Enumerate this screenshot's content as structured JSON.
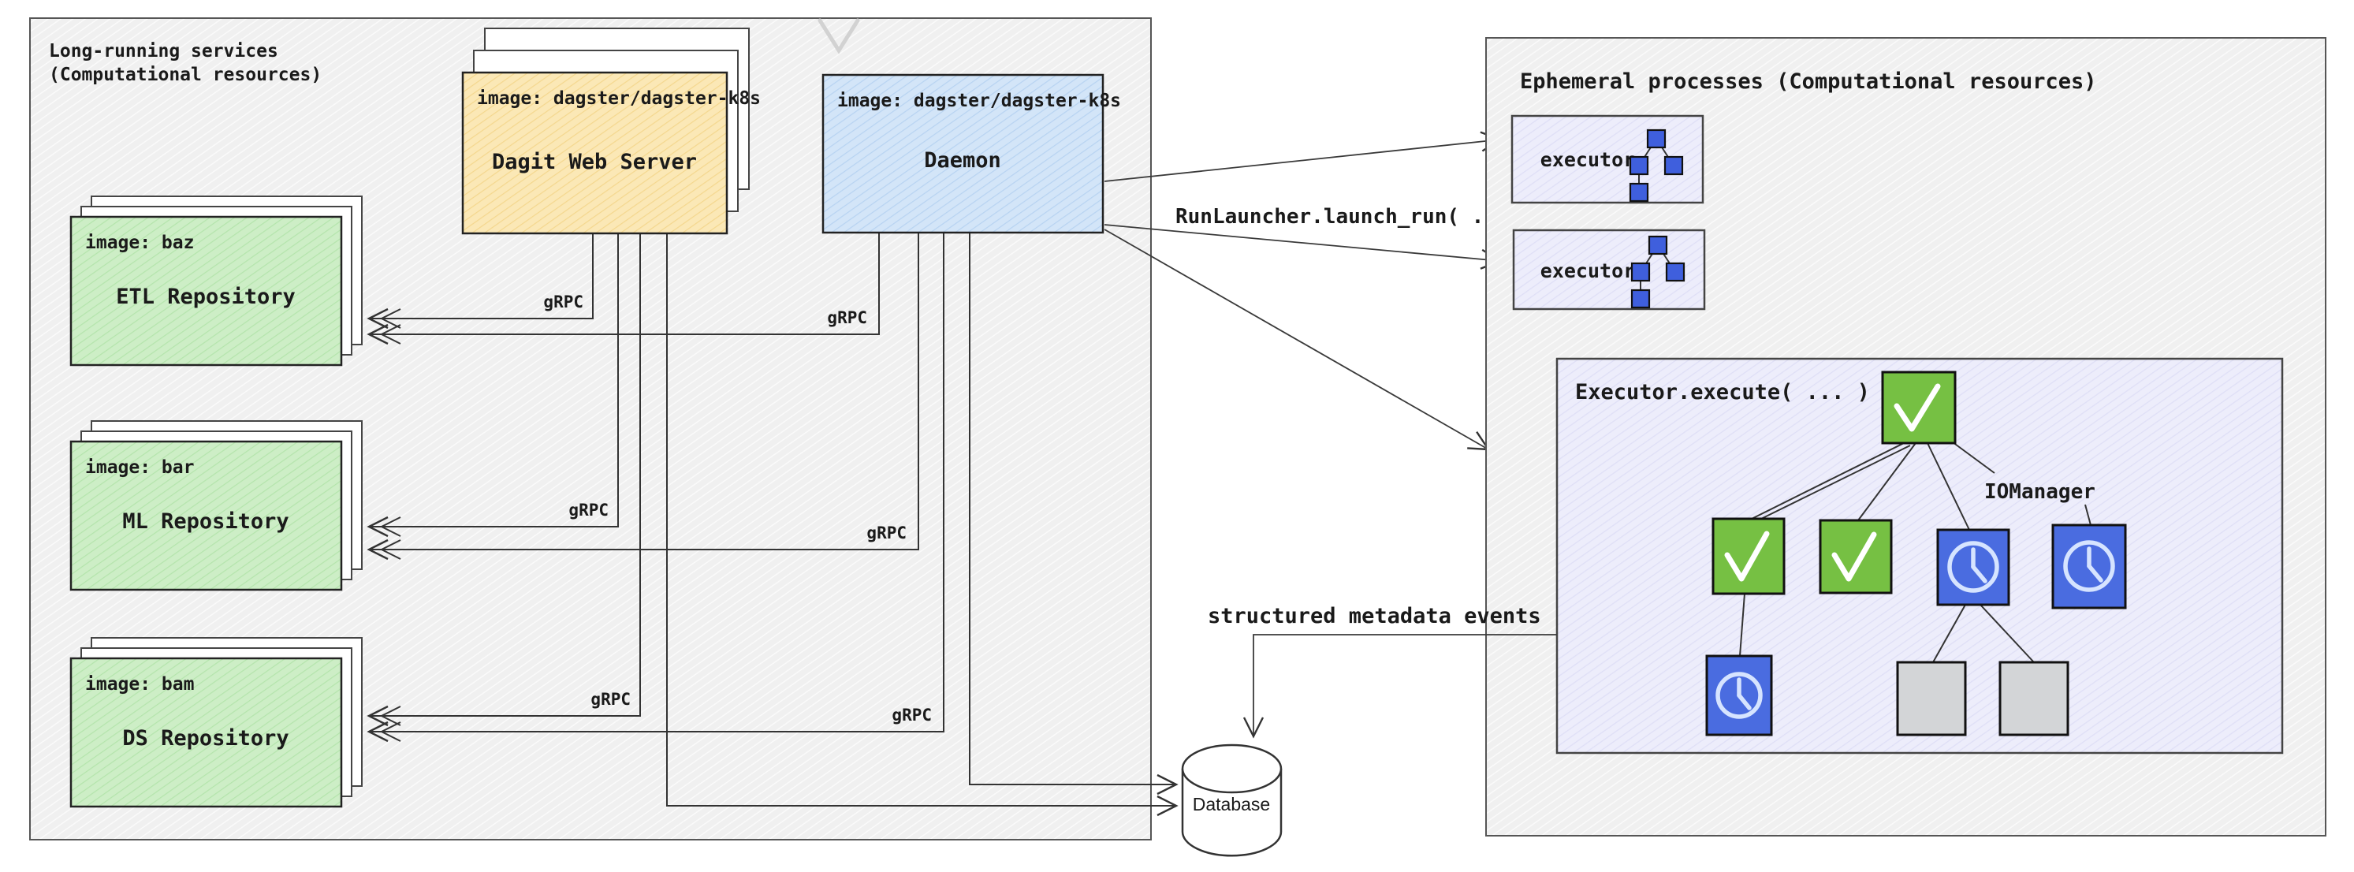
{
  "left_panel": {
    "title_line1": "Long-running services",
    "title_line2": "(Computational resources)",
    "grpc_label": "gRPC",
    "dagit": {
      "image_label": "image: dagster/dagster-k8s",
      "name": "Dagit Web Server"
    },
    "daemon": {
      "image_label": "image: dagster/dagster-k8s",
      "name": "Daemon"
    },
    "repositories": [
      {
        "image_label": "image: baz",
        "name": "ETL Repository"
      },
      {
        "image_label": "image: bar",
        "name": "ML Repository"
      },
      {
        "image_label": "image: bam",
        "name": "DS Repository"
      }
    ]
  },
  "right_panel": {
    "title": "Ephemeral processes (Computational resources)",
    "executor1_label": "executor",
    "executor2_label": "executor",
    "executor_execute_title": "Executor.execute( ... )",
    "iomanager_label": "IOManager"
  },
  "connections": {
    "run_launcher_label": "RunLauncher.launch_run( ... )",
    "metadata_label": "structured metadata events"
  },
  "database": {
    "label": "Database"
  },
  "colors": {
    "repo_fill": "#cdeec6",
    "dagit_fill": "#fbe8b6",
    "daemon_fill": "#d3e5f8",
    "executor_fill": "#ededfb",
    "panel_fill": "#f0f0f0",
    "node_green": "#76c043",
    "node_blue": "#4a6ce0",
    "node_gray": "#d3d5d7",
    "dag_icon_blue": "#3f5fdd",
    "wire": "#333333"
  }
}
